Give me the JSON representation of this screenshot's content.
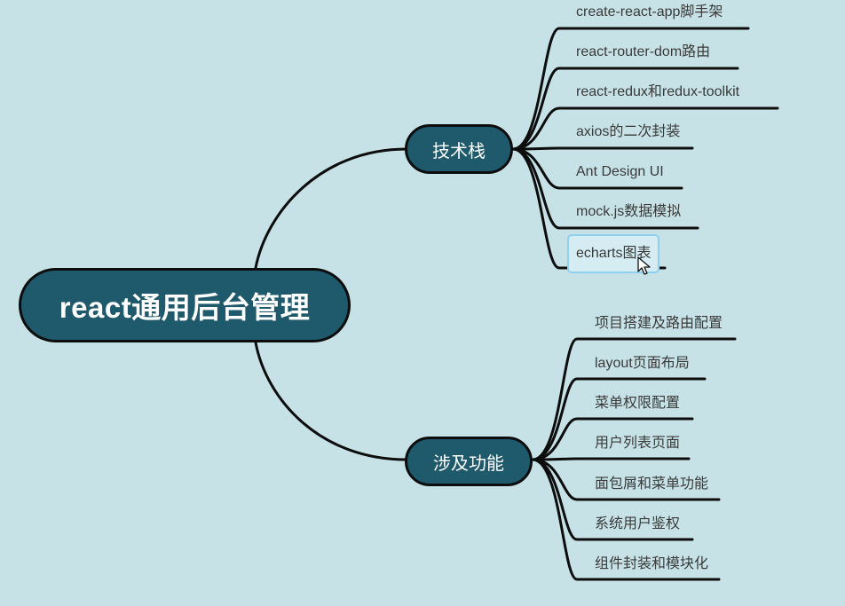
{
  "root": {
    "label": "react通用后台管理"
  },
  "branches": [
    {
      "label": "技术栈",
      "leaves": [
        "create-react-app脚手架",
        "react-router-dom路由",
        "react-redux和redux-toolkit",
        "axios的二次封装",
        "Ant Design UI",
        "mock.js数据模拟",
        "echarts图表"
      ]
    },
    {
      "label": "涉及功能",
      "leaves": [
        "项目搭建及路由配置",
        "layout页面布局",
        "菜单权限配置",
        "用户列表页面",
        "面包屑和菜单功能",
        "系统用户鉴权",
        "组件封装和模块化"
      ]
    }
  ],
  "selected_leaf": "echarts图表",
  "colors": {
    "background": "#c6e2e7",
    "node_fill": "#1e5a6b",
    "node_border": "#0d0d0d",
    "node_text": "#ffffff",
    "leaf_text": "#3a3a3a",
    "selection_border": "#8fd0ef"
  }
}
